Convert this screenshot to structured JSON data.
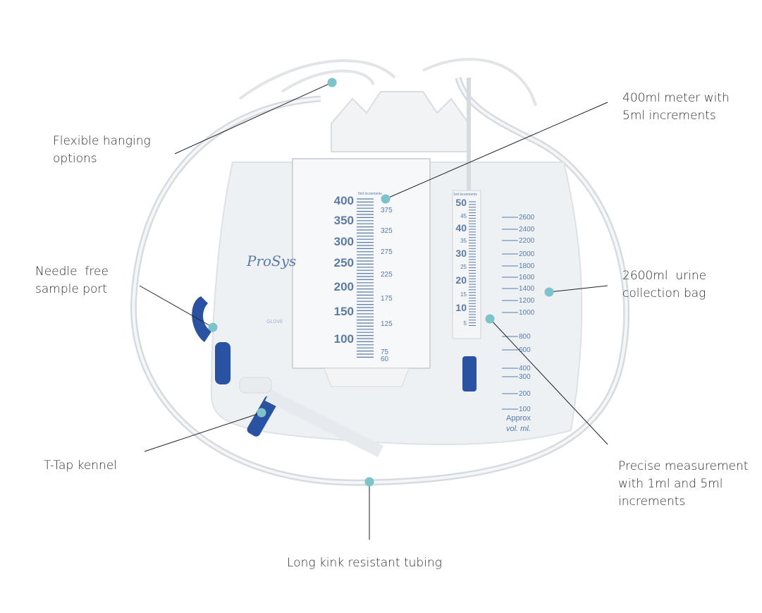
{
  "colors": {
    "dot": "#7cc3cb",
    "scale": "#5a7aa8",
    "connector": "#2952a3",
    "line": "#222222"
  },
  "brand": "ProSys",
  "callouts": {
    "hanging": [
      "Flexible hanging",
      "options"
    ],
    "meter": [
      "400ml meter with",
      "5ml increments"
    ],
    "needle": [
      "Needle  free",
      "sample port"
    ],
    "bag": [
      "2600ml  urine",
      "collection bag"
    ],
    "ttap": [
      "T-Tap kennel"
    ],
    "precise": [
      "Precise measurement",
      "with 1ml and 5ml",
      "increments"
    ],
    "tubing": [
      "Long kink resistant tubing"
    ]
  },
  "meter_scale": {
    "header": "5ml increments",
    "major": [
      "400",
      "350",
      "300",
      "250",
      "200",
      "150",
      "100"
    ],
    "minor": [
      "375",
      "325",
      "275",
      "225",
      "175",
      "125",
      "75",
      "60"
    ]
  },
  "fine_scale": {
    "header": "1ml increments",
    "labels": [
      "50",
      "45",
      "40",
      "35",
      "30",
      "25",
      "20",
      "15",
      "10",
      "5"
    ]
  },
  "bag_scale": {
    "labels": [
      "2600",
      "2400",
      "2200",
      "2000",
      "1800",
      "1600",
      "1400",
      "1200",
      "1000",
      "800",
      "600",
      "400",
      "300",
      "200",
      "100"
    ],
    "footer": [
      "Approx",
      "vol. ml."
    ]
  },
  "glove_label": "GLOVE"
}
